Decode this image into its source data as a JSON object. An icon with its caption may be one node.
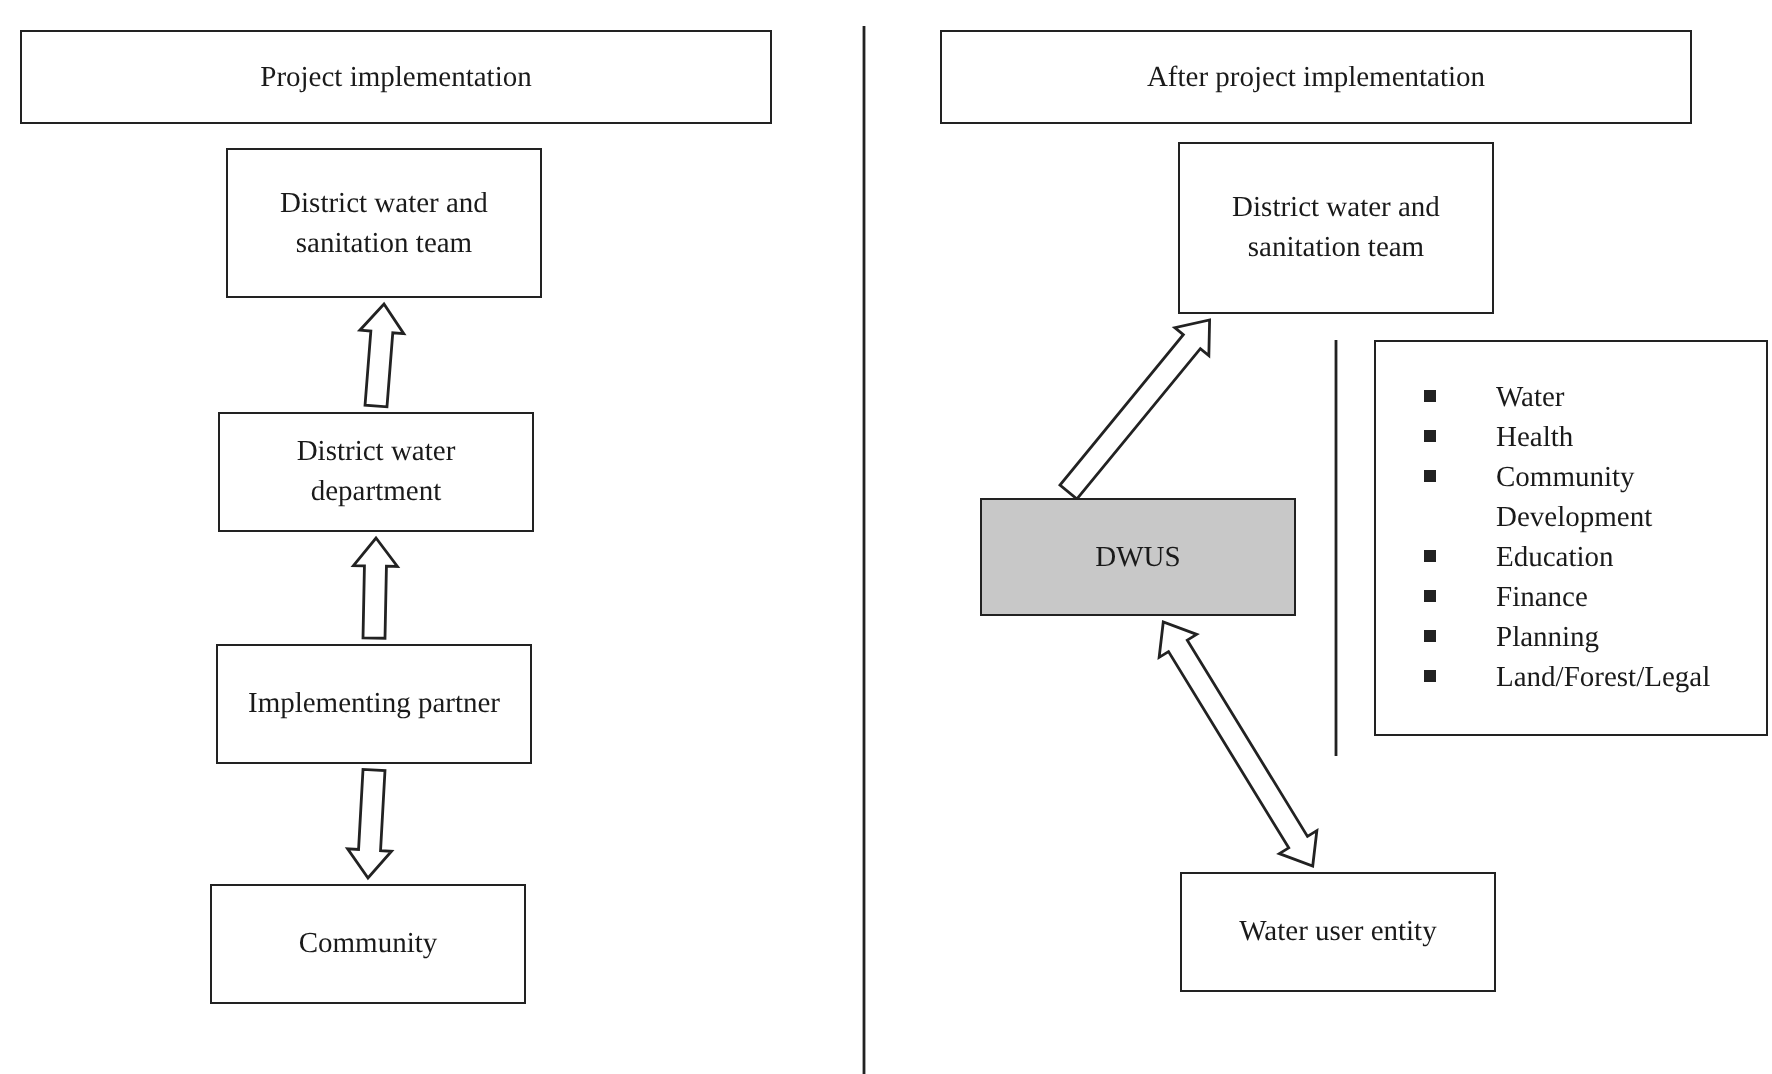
{
  "diagram": {
    "nodes": [
      {
        "text": [
          "Project implementation"
        ]
      },
      {
        "text": [
          "District water and sanitation team"
        ]
      },
      {
        "text": [
          "District water department"
        ]
      },
      {
        "text": [
          "Implementing partner"
        ]
      },
      {
        "text": [
          "Community"
        ]
      },
      {
        "text": [
          "After project implementation"
        ]
      },
      {
        "text": [
          "District water and sanitation team"
        ]
      },
      {
        "text": [
          "DWUS"
        ]
      },
      {
        "text": [
          "Water",
          "Health",
          "Community Development",
          "Education",
          "Finance",
          "Planning",
          "Land/Forest/Legal"
        ]
      },
      {
        "text": [
          "Water user entity"
        ]
      }
    ],
    "edges": [
      {
        "from": 2,
        "to": 1,
        "arrow": "to"
      },
      {
        "from": 3,
        "to": 2,
        "arrow": "to"
      },
      {
        "from": 3,
        "to": 4,
        "arrow": "to"
      },
      {
        "from": 7,
        "to": 6,
        "arrow": "to"
      },
      {
        "from": 7,
        "to": 9,
        "arrow": "both"
      }
    ]
  }
}
